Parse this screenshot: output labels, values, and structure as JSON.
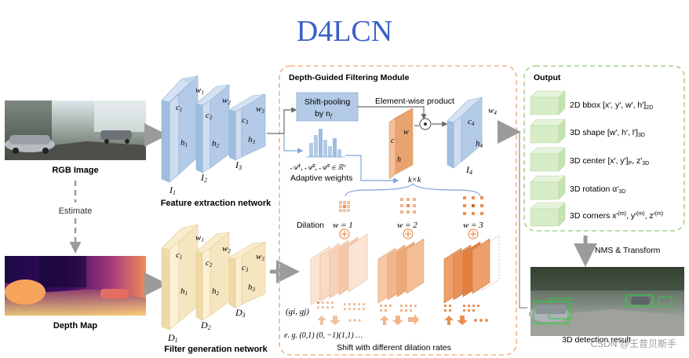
{
  "title": "D4LCN",
  "colors": {
    "title_blue": "#3a5fc9",
    "feature_blue": "#b3cbe7",
    "filter_yellow": "#f6e6bf",
    "dashed_orange": "#f2b48a",
    "dashed_green": "#a8d08d",
    "output_green": "#d6ecc7",
    "orange_deep": "#e88f56",
    "arrow_gray": "#9b9b9b"
  },
  "left": {
    "rgb_label": "RGB Image",
    "estimate_label": "Estimate",
    "depth_label": "Depth Map"
  },
  "feature_net": {
    "caption": "Feature extraction network",
    "I1": "I",
    "I1_sub": "1",
    "I2": "I",
    "I2_sub": "2",
    "I3": "I",
    "I3_sub": "3",
    "w1": "w",
    "w1_sub": "1",
    "c1": "c",
    "c1_sub": "1",
    "h1": "h",
    "h1_sub": "1",
    "w2": "w",
    "w2_sub": "2",
    "c2": "c",
    "c2_sub": "2",
    "h2": "h",
    "h2_sub": "2",
    "w3": "w",
    "w3_sub": "3",
    "c3": "c",
    "c3_sub": "3",
    "h3": "h",
    "h3_sub": "3"
  },
  "filter_net": {
    "caption": "Filter generation network",
    "D1": "D",
    "D1_sub": "1",
    "D2": "D",
    "D2_sub": "2",
    "D3": "D",
    "D3_sub": "3",
    "w1": "w",
    "w1_sub": "1",
    "c1": "c",
    "c1_sub": "1",
    "h1": "h",
    "h1_sub": "1",
    "w2": "w",
    "w2_sub": "2",
    "c2": "c",
    "c2_sub": "2",
    "h2": "h",
    "h2_sub": "2",
    "w3": "w",
    "w3_sub": "3",
    "c3": "c",
    "c3_sub": "3",
    "h3": "h",
    "h3_sub": "3"
  },
  "module": {
    "title": "Depth-Guided Filtering Module",
    "shift_pooling_line1": "Shift-pooling",
    "shift_pooling_line2": "by n",
    "shift_pooling_sub": "f",
    "elementwise": "Element-wise product",
    "adaptive_math": "𝒜¹, 𝒜², 𝒜³ ∈ ℝᶜ",
    "adaptive_label": "Adaptive weights",
    "c": "c",
    "w": "w",
    "h": "h",
    "kxk": "k×k",
    "c4": "c",
    "c4_sub": "4",
    "w4": "w",
    "w4_sub": "4",
    "h4": "h",
    "h4_sub": "4",
    "I4": "I",
    "I4_sub": "4",
    "dilation_label": "Dilation",
    "dil1": "w = 1",
    "dil2": "w = 2",
    "dil3": "w = 3",
    "gi_gj": "(gi, gj)",
    "example": "e. g. (0,1) (0, −1)(1,1) …",
    "shift_caption": "Shift with different dilation rates"
  },
  "output": {
    "title": "Output",
    "items": [
      {
        "label": "2D bbox  [x′, y′, w′, h′]",
        "sub": "2D"
      },
      {
        "label": "3D shape [w′, h′, l′]",
        "sub": "3D"
      },
      {
        "label": "3D center [x′, y′]",
        "sub": "P",
        "tail": ", z′",
        "tail_sub": "3D"
      },
      {
        "label": "3D rotation α′",
        "sub": "3D"
      },
      {
        "label": "3D corners x′",
        "sup1": "(m)",
        "mid1": ", y′",
        "sup2": "(m)",
        "mid2": ", z′",
        "sup3": "(m)"
      }
    ],
    "nms_label": "NMS & Transform",
    "result_label": "3D detection result"
  },
  "watermark": "CSDN @王昔贝斯手"
}
